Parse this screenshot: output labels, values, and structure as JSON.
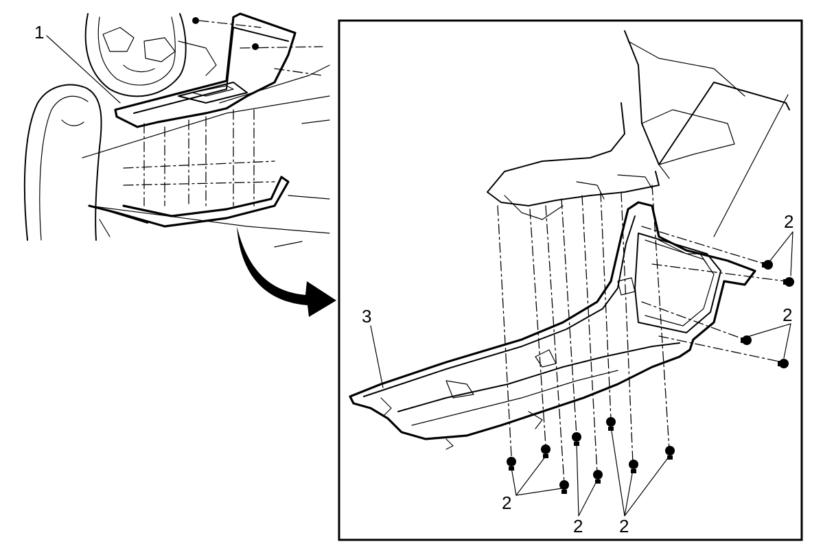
{
  "callouts": {
    "c1": "1",
    "c2a": "2",
    "c2b": "2",
    "c2c": "2",
    "c2d": "2",
    "c2e": "2",
    "c3": "3"
  }
}
